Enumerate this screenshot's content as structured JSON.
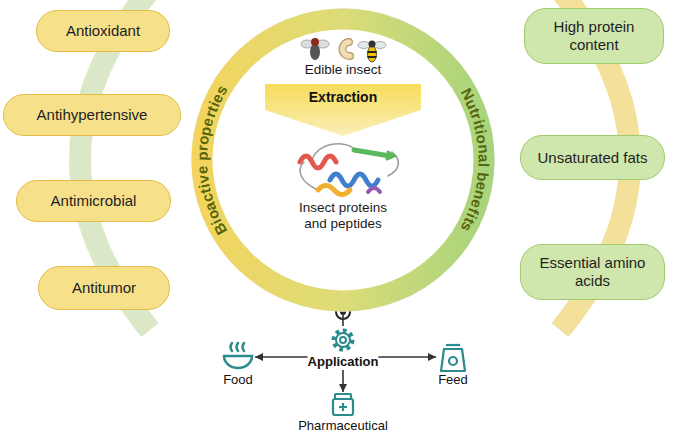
{
  "diagram": {
    "nodes": [
      {
        "text": [
          "Antioxidant"
        ]
      },
      {
        "text": [
          "Antihypertensive"
        ]
      },
      {
        "text": [
          "Antimicrobial"
        ]
      },
      {
        "text": [
          "Antitumor"
        ]
      },
      {
        "text": [
          "Bioactive properties",
          "Nutritional benefits"
        ]
      },
      {
        "text": [
          "Extraction"
        ],
        "in": 4
      },
      {
        "text": [
          "High protein content"
        ]
      },
      {
        "text": [
          "Unsaturated fats"
        ]
      },
      {
        "text": [
          "Essential amino acids"
        ]
      },
      {
        "text": [
          "Application"
        ]
      },
      {
        "text": [
          "Food"
        ]
      },
      {
        "text": [
          "Feed"
        ]
      },
      {
        "text": [
          "Pharmaceutical"
        ]
      }
    ],
    "edges": [
      {
        "from": 4,
        "to": 9,
        "arrow": "none"
      },
      {
        "from": 9,
        "to": 10,
        "arrow": "to"
      },
      {
        "from": 9,
        "to": 11,
        "arrow": "to"
      },
      {
        "from": 9,
        "to": 12,
        "arrow": "to"
      }
    ],
    "labels": [
      "Edible insect",
      "Insect proteins and peptides"
    ]
  }
}
